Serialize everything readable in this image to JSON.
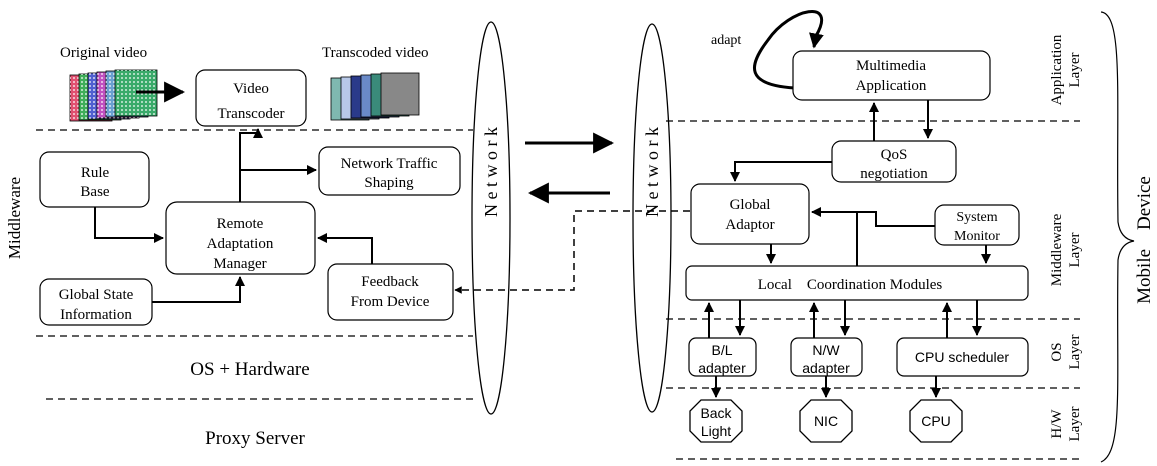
{
  "proxy": {
    "original_video": "Original video",
    "transcoded_video": "Transcoded video",
    "video_transcoder": [
      "Video",
      "Transcoder"
    ],
    "rule_base": [
      "Rule",
      "Base"
    ],
    "network_traffic_shaping": [
      "Network Traffic",
      "Shaping"
    ],
    "remote_adaptation_manager": [
      "Remote",
      "Adaptation",
      "Manager"
    ],
    "global_state_information": [
      "Global State",
      "Information"
    ],
    "feedback_from_device": [
      "Feedback",
      "From Device"
    ],
    "middleware_label": "Middleware",
    "os_hardware": "OS + Hardware",
    "proxy_server": "Proxy Server"
  },
  "network": {
    "left_label": "N e t w o r k",
    "right_label": "N e t w o r k"
  },
  "device": {
    "adapt": "adapt",
    "multimedia_application": [
      "Multimedia",
      "Application"
    ],
    "qos_negotiation": [
      "QoS",
      "negotiation"
    ],
    "global_adaptor": [
      "Global",
      "Adaptor"
    ],
    "system_monitor": [
      "System",
      "Monitor"
    ],
    "local_coordination_modules": "Local    Coordination Modules",
    "bl_adapter": [
      "B/L",
      "adapter"
    ],
    "nw_adapter": [
      "N/W",
      "adapter"
    ],
    "cpu_scheduler": "CPU scheduler",
    "back_light": [
      "Back",
      "Light"
    ],
    "nic": "NIC",
    "cpu": "CPU",
    "layers": {
      "application": [
        "Application",
        "Layer"
      ],
      "middleware": [
        "Middleware",
        "Layer"
      ],
      "os": [
        "OS",
        "Layer"
      ],
      "hw": [
        "H/W",
        "Layer"
      ]
    },
    "mobile_device": "Mobile    Device"
  },
  "colors": {
    "frame_colors": [
      "#e05070",
      "#3fae5a",
      "#5060d0",
      "#c050c0",
      "#6aa0d0",
      "#3aaa6a"
    ],
    "transcoded_colors": [
      "#7fb8b0",
      "#b8c8e8",
      "#2a3a8a",
      "#6a8ac8",
      "#3a8a7a",
      "#888888"
    ]
  }
}
